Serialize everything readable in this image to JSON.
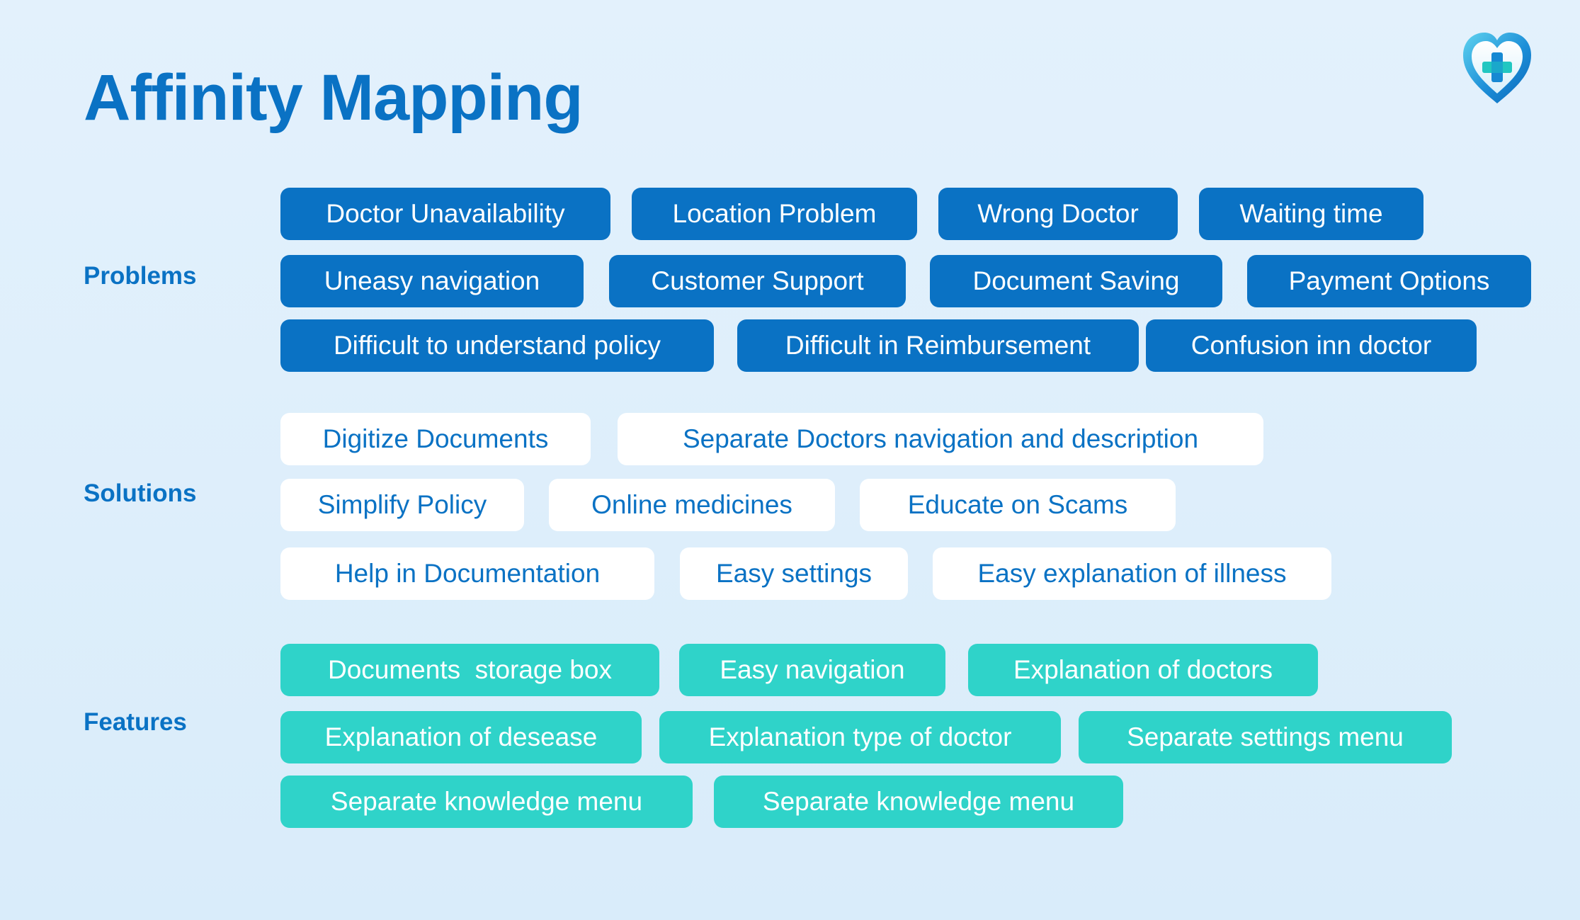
{
  "title": "Affinity Mapping",
  "logo": {
    "icon": "heart-plus-icon",
    "colors": [
      "#3cc6e6",
      "#0a72c4",
      "#20c4c0"
    ]
  },
  "colors": {
    "accent": "#0a72c4",
    "problem_bg": "#0a72c4",
    "solution_bg": "#ffffff",
    "feature_bg": "#2fd3c9"
  },
  "sections": {
    "problems": {
      "label": "Problems",
      "rows": [
        [
          "Doctor Unavailability",
          "Location Problem",
          "Wrong Doctor",
          "Waiting time"
        ],
        [
          "Uneasy navigation",
          "Customer Support",
          "Document Saving",
          "Payment Options"
        ],
        [
          "Difficult to understand policy",
          "Difficult in Reimbursement",
          "Confusion inn doctor"
        ]
      ]
    },
    "solutions": {
      "label": "Solutions",
      "rows": [
        [
          "Digitize Documents",
          "Separate Doctors navigation and description"
        ],
        [
          "Simplify Policy",
          "Online medicines",
          "Educate on Scams"
        ],
        [
          "Help in Documentation",
          "Easy settings",
          "Easy explanation of illness"
        ]
      ]
    },
    "features": {
      "label": "Features",
      "rows": [
        [
          "Documents  storage box",
          "Easy navigation",
          "Explanation of doctors"
        ],
        [
          "Explanation of desease",
          "Explanation type of doctor",
          "Separate settings menu"
        ],
        [
          "Separate knowledge menu",
          "Separate knowledge menu"
        ]
      ]
    }
  }
}
